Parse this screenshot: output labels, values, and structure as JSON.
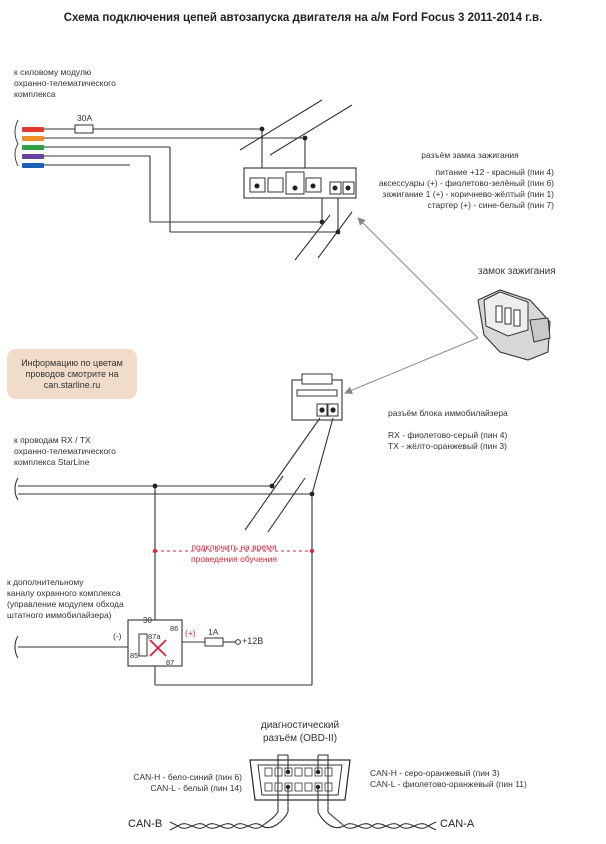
{
  "title": "Схема подключения цепей автозапуска двигателя на а/м Ford Focus 3  2011-2014 г.в.",
  "power_module": {
    "lines": [
      "к силовому модулю",
      "охранно-телематического",
      "комплекса"
    ],
    "fuse": "30A"
  },
  "ignition_connector": {
    "title": "разъём замка зажигания",
    "lines": [
      "питание +12 - красный (пин 4)",
      "аксессуары (+) - фиолетово-зелёный (пин 6)",
      "зажигание 1 (+) - коричнево-жёлтый (пин 1)",
      "стартер (+) - сине-белый (пин 7)"
    ]
  },
  "ignition_lock": {
    "label": "замок зажигания"
  },
  "info_box": {
    "lines": [
      "Информацию по цветам",
      "проводов смотрите на",
      "can.starline.ru"
    ],
    "color": "#f1dcc9"
  },
  "immo_connector": {
    "title": "разъём блока иммобилайзера",
    "lines": [
      "RX - фиолетово-серый (пин 4)",
      "TX - жёлто-оранжевый (пин 3)"
    ]
  },
  "rx_tx": {
    "lines": [
      "к проводам RX / TX",
      "охранно-телематического",
      "комплекса StarLine"
    ]
  },
  "learning_note": {
    "lines": [
      "подключить на время",
      "проведения обучения"
    ],
    "color": "#d7263d"
  },
  "aux_channel": {
    "lines": [
      "к дополнительному",
      "каналу охранного комплекса",
      "(управление модулем обхода",
      "штатного иммобилайзера)"
    ]
  },
  "relay": {
    "pin30": "30",
    "pin87a": "87a",
    "pin86": "86",
    "pin85": "85",
    "pin87": "87",
    "minus": "(-)",
    "plus": "(+)",
    "fuse": "1A",
    "supply": "+12В"
  },
  "obd": {
    "title_lines": [
      "диагностический",
      "разъём (OBD-II)"
    ],
    "left_lines": [
      "CAN-H - бело-синий (пин 6)",
      "CAN-L - белый (пин 14)"
    ],
    "right_lines": [
      "CAN-H - серо-оранжевый  (пин 3)",
      "CAN-L - фиолетово-оранжевый (пин 11)"
    ],
    "can_b": "CAN-B",
    "can_a": "CAN-A"
  },
  "wire_colors": [
    "#e03a2f",
    "#f28c28",
    "#2f9e44",
    "#6a3fa0",
    "#1c5fb8"
  ]
}
